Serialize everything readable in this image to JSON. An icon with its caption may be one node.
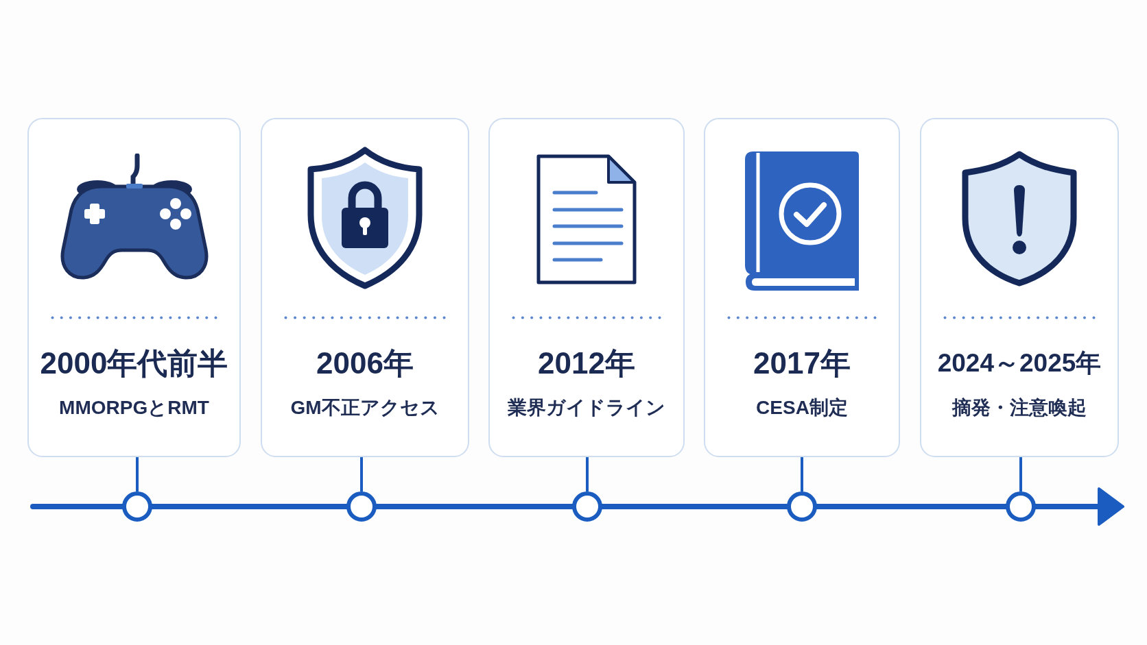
{
  "diagram": {
    "nodes": [
      {
        "text": [
          "2000年代前半",
          "MMORPGとRMT"
        ]
      },
      {
        "text": [
          "2006年",
          "GM不正アクセス"
        ]
      },
      {
        "text": [
          "2012年",
          "業界ガイドライン"
        ]
      },
      {
        "text": [
          "2017年",
          "CESA制定"
        ]
      },
      {
        "text": [
          "2024～2025年",
          "摘発・注意喚起"
        ]
      },
      {
        "text": [],
        "shape": "circle"
      },
      {
        "text": [],
        "shape": "circle"
      },
      {
        "text": [],
        "shape": "circle"
      },
      {
        "text": [],
        "shape": "circle"
      },
      {
        "text": [],
        "shape": "circle"
      }
    ],
    "edges": [
      {
        "from": 0,
        "to": 5,
        "arrow": "none"
      },
      {
        "from": 1,
        "to": 6,
        "arrow": "none"
      },
      {
        "from": 2,
        "to": 7,
        "arrow": "none"
      },
      {
        "from": 3,
        "to": 8,
        "arrow": "none"
      },
      {
        "from": 4,
        "to": 9,
        "arrow": "none"
      }
    ]
  }
}
